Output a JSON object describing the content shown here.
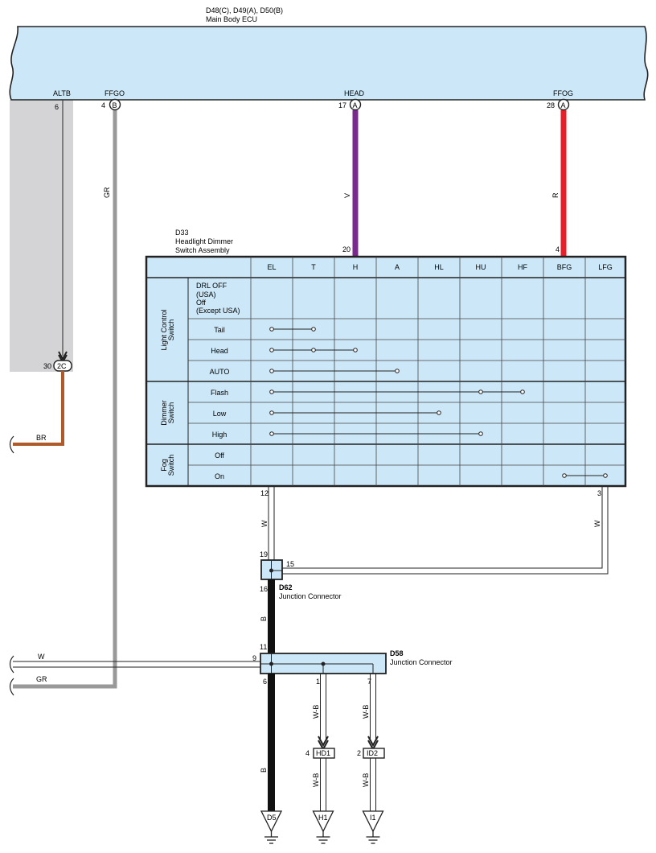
{
  "ecu": {
    "code": "D48(C), D49(A), D50(B)",
    "name": "Main Body ECU",
    "terminals": [
      {
        "name": "ALTB",
        "pin": "6",
        "conn": ""
      },
      {
        "name": "FFGO",
        "pin": "4",
        "conn": "B"
      },
      {
        "name": "HEAD",
        "pin": "17",
        "conn": "A"
      },
      {
        "name": "FFOG",
        "pin": "28",
        "conn": "A"
      }
    ]
  },
  "wires": {
    "gr": "GR",
    "v": "V",
    "r": "R",
    "br": "BR",
    "w_left": "W",
    "w_right": "W",
    "w_in": "W",
    "gr_in": "GR",
    "b1": "B",
    "b2": "B",
    "wb1": "W-B",
    "wb2": "W-B",
    "wb3": "W-B",
    "wb4": "W-B"
  },
  "inline": {
    "pin": "30",
    "conn": "2C"
  },
  "switch": {
    "code": "D33",
    "name_line1": "Headlight Dimmer",
    "name_line2": "Switch Assembly",
    "pin_head": "20",
    "pin_ffog": "4",
    "pin_left": "12",
    "pin_right": "3",
    "columns": [
      "EL",
      "T",
      "H",
      "A",
      "HL",
      "HU",
      "HF",
      "BFG",
      "LFG"
    ],
    "groups": [
      {
        "label_line1": "Light Control",
        "label_line2": "Switch"
      },
      {
        "label_line1": "Dimmer",
        "label_line2": "Switch"
      },
      {
        "label_line1": "Fog",
        "label_line2": "Switch"
      }
    ],
    "rows": [
      {
        "label_lines": [
          "DRL OFF",
          "(USA)",
          "Off",
          "(Except USA)"
        ]
      },
      {
        "label_lines": [
          "Tail"
        ]
      },
      {
        "label_lines": [
          "Head"
        ]
      },
      {
        "label_lines": [
          "AUTO"
        ]
      },
      {
        "label_lines": [
          "Flash"
        ]
      },
      {
        "label_lines": [
          "Low"
        ]
      },
      {
        "label_lines": [
          "High"
        ]
      },
      {
        "label_lines": [
          "Off"
        ]
      },
      {
        "label_lines": [
          "On"
        ]
      }
    ]
  },
  "d62": {
    "code": "D62",
    "name": "Junction Connector",
    "pin_top": "19",
    "pin_right": "15",
    "pin_bottom": "16"
  },
  "d58": {
    "code": "D58",
    "name": "Junction Connector",
    "pin_top": "11",
    "pin_left": "9",
    "pin_bottom_left": "6",
    "pin_mid": "1",
    "pin_right": "7"
  },
  "connectors": [
    {
      "pin": "4",
      "name": "HD1"
    },
    {
      "pin": "2",
      "name": "ID2"
    }
  ],
  "grounds": [
    "D5",
    "H1",
    "I1"
  ],
  "colors": {
    "box_fill": "#cce8f8",
    "gray_wire": "#999999",
    "purple_wire": "#7a2a8c",
    "red_wire": "#e4202a",
    "brown_wire": "#b05a2a",
    "black_wire": "#111111",
    "shade": "#d4d4d6"
  }
}
